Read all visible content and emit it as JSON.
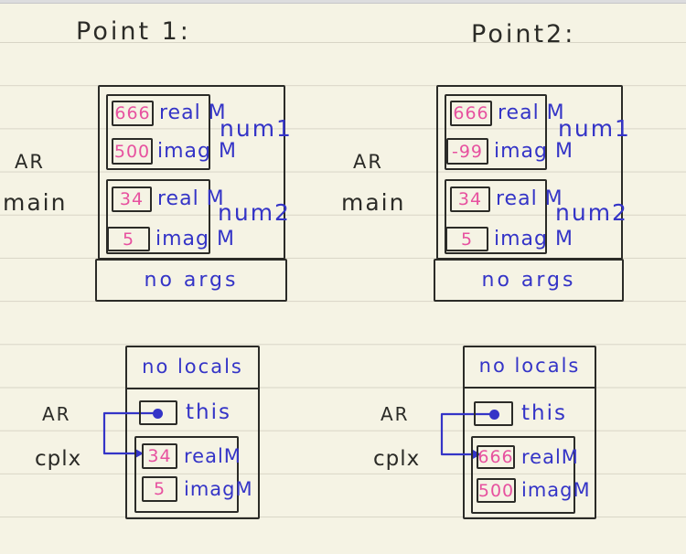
{
  "titles": {
    "point1": "Point 1:",
    "point2": "Point2:"
  },
  "colors": {
    "paper": "#f5f3e4",
    "rule_line": "#d8d5c6",
    "top_bar": "#dcdcde",
    "ink_black": "#2b2b27",
    "ink_blue": "#3434c7",
    "ink_pink": "#e7519f"
  },
  "icons": {
    "pointer_dot": "filled-circle",
    "pointer_arrow": "elbow-arrow-right"
  },
  "frames": {
    "main1": {
      "ar": "AR",
      "fn": "main",
      "num1": {
        "label": "num1",
        "real_value": "666",
        "real_label": "real M",
        "imag_value": "500",
        "imag_label": "imag M"
      },
      "num2": {
        "label": "num2",
        "real_value": "34",
        "real_label": "real M",
        "imag_value": "5",
        "imag_label": "imag M"
      },
      "args": "no args"
    },
    "main2": {
      "ar": "AR",
      "fn": "main",
      "num1": {
        "label": "num1",
        "real_value": "666",
        "real_label": "real M",
        "imag_value": "-99",
        "imag_label": "imag M"
      },
      "num2": {
        "label": "num2",
        "real_value": "34",
        "real_label": "real M",
        "imag_value": "5",
        "imag_label": "imag M"
      },
      "args": "no args"
    },
    "cplx1": {
      "ar": "AR",
      "fn": "cplx",
      "locals": "no locals",
      "this_label": "this",
      "real_value": "34",
      "real_label": "realM",
      "imag_value": "5",
      "imag_label": "imagM"
    },
    "cplx2": {
      "ar": "AR",
      "fn": "cplx",
      "locals": "no locals",
      "this_label": "this",
      "real_value": "666",
      "real_label": "realM",
      "imag_value": "500",
      "imag_label": "imagM"
    }
  }
}
